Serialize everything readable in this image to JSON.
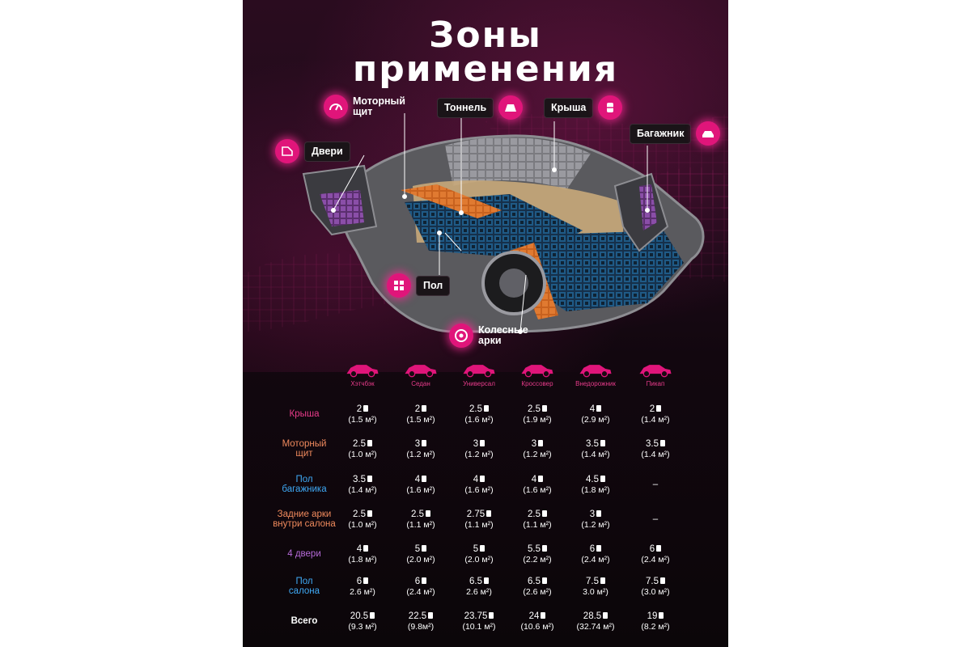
{
  "title": [
    "Зоны",
    "применения"
  ],
  "callouts": [
    {
      "key": "motor",
      "label": "Моторный\nщит",
      "icon": "gauge-icon"
    },
    {
      "key": "tunnel",
      "label": "Тоннель",
      "icon": "tunnel-icon"
    },
    {
      "key": "roof",
      "label": "Крыша",
      "icon": "roof-icon"
    },
    {
      "key": "trunk",
      "label": "Багажник",
      "icon": "trunk-icon"
    },
    {
      "key": "doors",
      "label": "Двери",
      "icon": "door-icon"
    },
    {
      "key": "floor",
      "label": "Пол",
      "icon": "floor-grid-icon"
    },
    {
      "key": "arches",
      "label": "Колесные\nарки",
      "icon": "wheel-icon"
    }
  ],
  "vehicles": [
    "Хэтчбэк",
    "Седан",
    "Универсал",
    "Кроссовер",
    "Внедорожник",
    "Пикап"
  ],
  "colors": {
    "accent": "#e0157a",
    "roof": "#e73b8a",
    "motor": "#f08a5d",
    "trunk_floor": "#3fa9f5",
    "rear_arches": "#f08a5d",
    "doors": "#b56ad8",
    "cabin_floor": "#3fa9f5",
    "total": "#ffffff"
  },
  "rows": [
    {
      "label": "Крыша",
      "color_key": "roof",
      "cells": [
        [
          "2",
          "(1.5 м²)"
        ],
        [
          "2",
          "(1.5 м²)"
        ],
        [
          "2.5",
          "(1.6 м²)"
        ],
        [
          "2.5",
          "(1.9 м²)"
        ],
        [
          "4",
          "(2.9 м²)"
        ],
        [
          "2",
          "(1.4 м²)"
        ]
      ]
    },
    {
      "label": "Моторный\nщит",
      "color_key": "motor",
      "cells": [
        [
          "2.5",
          "(1.0 м²)"
        ],
        [
          "3",
          "(1.2 м²)"
        ],
        [
          "3",
          "(1.2 м²)"
        ],
        [
          "3",
          "(1.2 м²)"
        ],
        [
          "3.5",
          "(1.4 м²)"
        ],
        [
          "3.5",
          "(1.4 м²)"
        ]
      ]
    },
    {
      "label": "Пол\nбагажника",
      "color_key": "trunk_floor",
      "cells": [
        [
          "3.5",
          "(1.4 м²)"
        ],
        [
          "4",
          "(1.6 м²)"
        ],
        [
          "4",
          "(1.6 м²)"
        ],
        [
          "4",
          "(1.6 м²)"
        ],
        [
          "4.5",
          "(1.8 м²)"
        ],
        [
          "–",
          ""
        ]
      ]
    },
    {
      "label": "Задние арки\nвнутри салона",
      "color_key": "rear_arches",
      "cells": [
        [
          "2.5",
          "(1.0 м²)"
        ],
        [
          "2.5",
          "(1.1 м²)"
        ],
        [
          "2.75",
          "(1.1 м²)"
        ],
        [
          "2.5",
          "(1.1 м²)"
        ],
        [
          "3",
          "(1.2 м²)"
        ],
        [
          "–",
          ""
        ]
      ]
    },
    {
      "label": "4 двери",
      "color_key": "doors",
      "cells": [
        [
          "4",
          "(1.8 м²)"
        ],
        [
          "5",
          "(2.0 м²)"
        ],
        [
          "5",
          "(2.0 м²)"
        ],
        [
          "5.5",
          "(2.2 м²)"
        ],
        [
          "6",
          "(2.4 м²)"
        ],
        [
          "6",
          "(2.4 м²)"
        ]
      ]
    },
    {
      "label": "Пол\nсалона",
      "color_key": "cabin_floor",
      "cells": [
        [
          "6",
          "2.6 м²)"
        ],
        [
          "6",
          "(2.4 м²)"
        ],
        [
          "6.5",
          "2.6 м²)"
        ],
        [
          "6.5",
          "(2.6 м²)"
        ],
        [
          "7.5",
          "3.0 м²)"
        ],
        [
          "7.5",
          "(3.0 м²)"
        ]
      ]
    },
    {
      "label": "Всего",
      "color_key": "total",
      "cells": [
        [
          "20.5",
          "(9.3 м²)"
        ],
        [
          "22.5",
          "(9.8м²)"
        ],
        [
          "23.75",
          "(10.1 м²)"
        ],
        [
          "24",
          "(10.6 м²)"
        ],
        [
          "28.5",
          "(32.74 м²)"
        ],
        [
          "19",
          "(8.2 м²)"
        ]
      ]
    }
  ]
}
